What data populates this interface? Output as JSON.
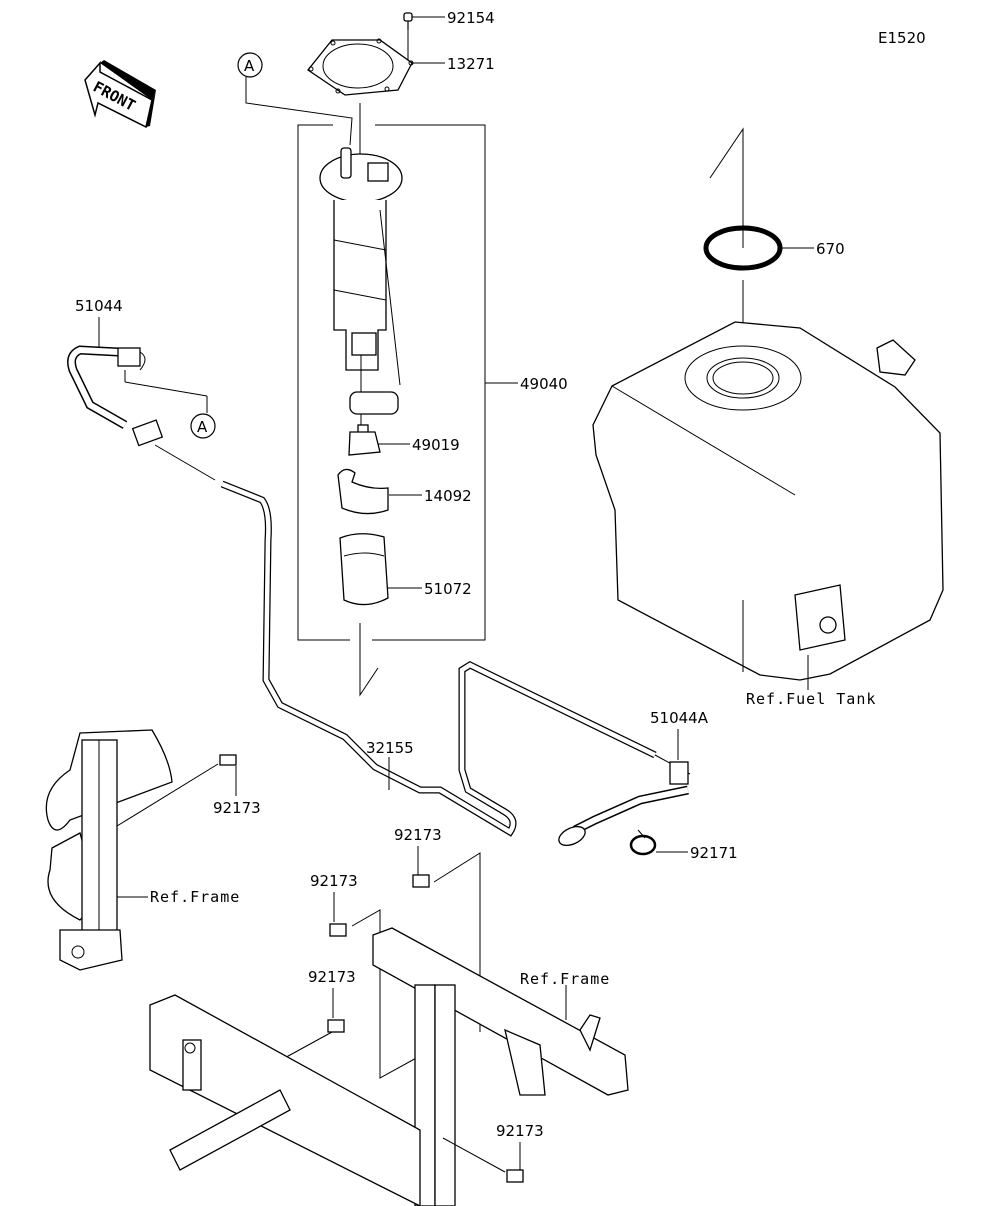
{
  "diagram": {
    "code": "E1520",
    "orientation_indicator": {
      "label": "FRONT",
      "icon": "front-arrow-icon"
    },
    "callouts": [
      {
        "id": "callout-a-top",
        "letter": "A"
      },
      {
        "id": "callout-a-hose",
        "letter": "A"
      }
    ],
    "parts": [
      {
        "number": "92154",
        "description": "bolt"
      },
      {
        "number": "13271",
        "description": "plate"
      },
      {
        "number": "49040",
        "description": "fuel pump assembly"
      },
      {
        "number": "49019",
        "description": "filter"
      },
      {
        "number": "14092",
        "description": "cover"
      },
      {
        "number": "51072",
        "description": "case"
      },
      {
        "number": "670",
        "description": "o-ring"
      },
      {
        "number": "51044",
        "description": "hose"
      },
      {
        "number": "32155",
        "description": "pipe"
      },
      {
        "number": "51044A",
        "description": "hose"
      },
      {
        "number": "92171",
        "description": "clamp"
      },
      {
        "number": "92173",
        "description": "clamp"
      }
    ],
    "labels": {
      "p92154": "92154",
      "p13271": "13271",
      "p49040": "49040",
      "p49019": "49019",
      "p14092": "14092",
      "p51072": "51072",
      "p670": "670",
      "p51044": "51044",
      "p32155": "32155",
      "p51044A": "51044A",
      "p92171": "92171",
      "p92173_left": "92173",
      "p92173_mid_upper": "92173",
      "p92173_mid": "92173",
      "p92173_lower_left": "92173",
      "p92173_bottom": "92173"
    },
    "references": {
      "fuel_tank": "Ref.Fuel Tank",
      "frame_left": "Ref.Frame",
      "frame_right": "Ref.Frame"
    }
  }
}
